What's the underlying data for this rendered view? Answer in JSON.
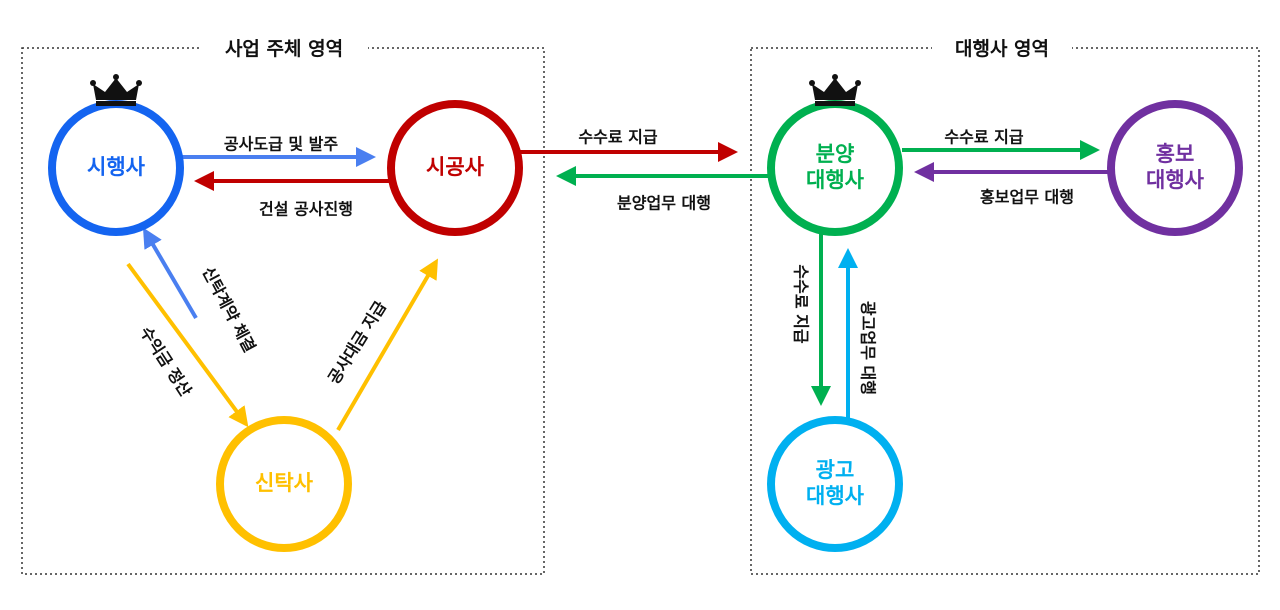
{
  "regions": {
    "business": {
      "title": "사업 주체 영역"
    },
    "agency": {
      "title": "대행사 영역"
    }
  },
  "nodes": {
    "developer": {
      "lines": [
        "시행사"
      ],
      "color": "#1464f0",
      "crown": true
    },
    "contractor": {
      "lines": [
        "시공사"
      ],
      "color": "#c00000",
      "crown": false
    },
    "trust": {
      "lines": [
        "신탁사"
      ],
      "color": "#ffc000",
      "crown": false
    },
    "sales": {
      "lines": [
        "분양",
        "대행사"
      ],
      "color": "#00b050",
      "crown": true
    },
    "promo": {
      "lines": [
        "홍보",
        "대행사"
      ],
      "color": "#7030a0",
      "crown": false
    },
    "ad": {
      "lines": [
        "광고",
        "대행사"
      ],
      "color": "#00b0f0",
      "crown": false
    }
  },
  "edges": {
    "dev_to_con": {
      "label": "공사도급 및 발주",
      "color": "#4a7ff0"
    },
    "con_to_dev": {
      "label": "건설 공사진행",
      "color": "#c00000"
    },
    "con_to_sales": {
      "label": "수수료 지급",
      "color": "#c00000"
    },
    "sales_to_con": {
      "label": "분양업무 대행",
      "color": "#00b050"
    },
    "sales_to_promo": {
      "label": "수수료 지급",
      "color": "#00b050"
    },
    "promo_to_sales": {
      "label": "홍보업무 대행",
      "color": "#7030a0"
    },
    "trust_to_dev": {
      "label": "신탁계약 체결",
      "color": "#4a7ff0"
    },
    "dev_to_trust": {
      "label": "수익금 정산",
      "color": "#ffc000"
    },
    "trust_to_con": {
      "label": "공사대금 지급",
      "color": "#ffc000"
    },
    "sales_to_ad": {
      "label": "수수료 지급",
      "color": "#00b050"
    },
    "ad_to_sales": {
      "label": "광고업무 대행",
      "color": "#00b0f0"
    }
  }
}
